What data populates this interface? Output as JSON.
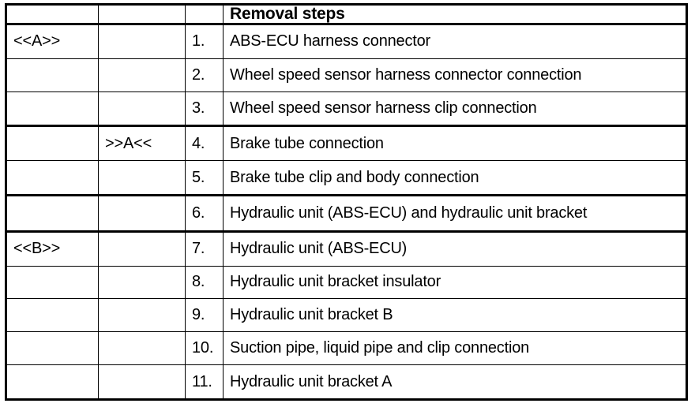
{
  "table": {
    "headers": {
      "marker_a": "",
      "marker_b": "",
      "number": "",
      "description": "Removal steps"
    },
    "rows": [
      {
        "marker_a": "<<A>>",
        "marker_b": "",
        "number": "1.",
        "description": "ABS-ECU harness connector",
        "thick_bottom": false
      },
      {
        "marker_a": "",
        "marker_b": "",
        "number": "2.",
        "description": "Wheel speed sensor harness connector connection",
        "thick_bottom": false
      },
      {
        "marker_a": "",
        "marker_b": "",
        "number": "3.",
        "description": "Wheel speed sensor harness clip connection",
        "thick_bottom": true
      },
      {
        "marker_a": "",
        "marker_b": ">>A<<",
        "number": "4.",
        "description": "Brake tube connection",
        "thick_bottom": false
      },
      {
        "marker_a": "",
        "marker_b": "",
        "number": "5.",
        "description": "Brake tube clip and body connection",
        "thick_bottom": true
      },
      {
        "marker_a": "",
        "marker_b": "",
        "number": "6.",
        "description": "Hydraulic unit (ABS-ECU) and hydraulic unit bracket",
        "thick_bottom": true
      },
      {
        "marker_a": "<<B>>",
        "marker_b": "",
        "number": "7.",
        "description": "Hydraulic unit (ABS-ECU)",
        "thick_bottom": false
      },
      {
        "marker_a": "",
        "marker_b": "",
        "number": "8.",
        "description": "Hydraulic unit bracket insulator",
        "thick_bottom": false
      },
      {
        "marker_a": "",
        "marker_b": "",
        "number": "9.",
        "description": "Hydraulic unit bracket B",
        "thick_bottom": false
      },
      {
        "marker_a": "",
        "marker_b": "",
        "number": "10.",
        "description": "Suction pipe, liquid pipe and clip connection",
        "thick_bottom": false
      },
      {
        "marker_a": "",
        "marker_b": "",
        "number": "11.",
        "description": "Hydraulic unit bracket A",
        "thick_bottom": false
      }
    ]
  },
  "colors": {
    "border": "#000000",
    "text": "#000000",
    "background": "#ffffff"
  }
}
